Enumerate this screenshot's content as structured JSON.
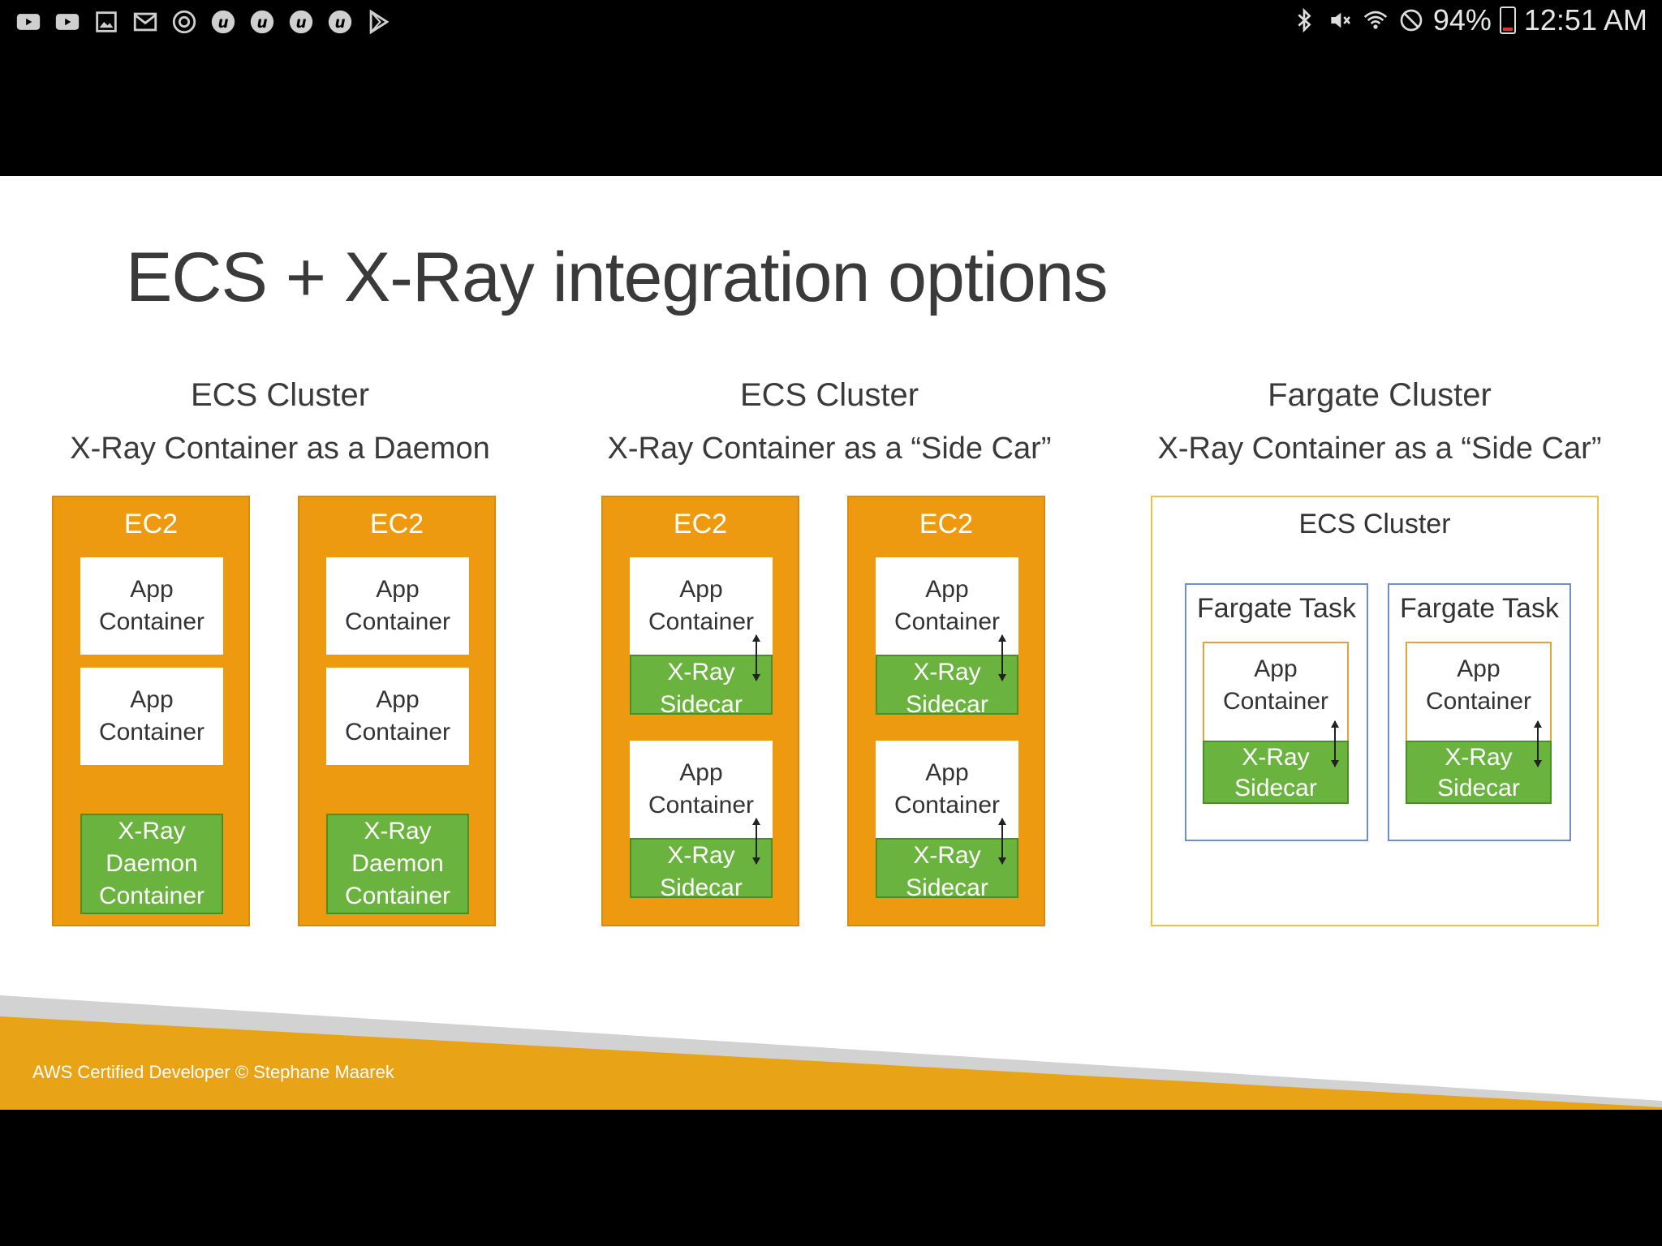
{
  "status_bar": {
    "left_icons": [
      "youtube-icon",
      "youtube-icon",
      "image-icon",
      "gmail-icon",
      "sync-icon",
      "udemy-icon",
      "udemy-icon",
      "udemy-icon",
      "udemy-icon",
      "play-store-icon"
    ],
    "right_icons": [
      "bluetooth-icon",
      "vibrate-mute-icon",
      "wifi-icon",
      "do-not-disturb-icon"
    ],
    "battery": "94%",
    "time": "12:51 AM"
  },
  "slide": {
    "title": "ECS + X-Ray integration options",
    "sections": [
      {
        "heading": "ECS Cluster",
        "subtitle": "X-Ray Container as a Daemon",
        "hosts": [
          {
            "label": "EC2",
            "apps": [
              "App Container",
              "App Container"
            ],
            "daemon": "X-Ray Daemon Container"
          },
          {
            "label": "EC2",
            "apps": [
              "App Container",
              "App Container"
            ],
            "daemon": "X-Ray Daemon Container"
          }
        ]
      },
      {
        "heading": "ECS Cluster",
        "subtitle": "X-Ray Container as a “Side Car”",
        "hosts": [
          {
            "label": "EC2",
            "pairs": [
              {
                "app": "App Container",
                "sidecar": "X-Ray Sidecar"
              },
              {
                "app": "App Container",
                "sidecar": "X-Ray Sidecar"
              }
            ]
          },
          {
            "label": "EC2",
            "pairs": [
              {
                "app": "App Container",
                "sidecar": "X-Ray Sidecar"
              },
              {
                "app": "App Container",
                "sidecar": "X-Ray Sidecar"
              }
            ]
          }
        ]
      },
      {
        "heading": "Fargate Cluster",
        "subtitle": "X-Ray Container as a “Side Car”",
        "cluster_label": "ECS Cluster",
        "tasks": [
          {
            "label": "Fargate Task",
            "app": "App Container",
            "sidecar": "X-Ray Sidecar"
          },
          {
            "label": "Fargate Task",
            "app": "App Container",
            "sidecar": "X-Ray Sidecar"
          }
        ]
      }
    ],
    "footer": "AWS Certified Developer © Stephane Maarek"
  },
  "colors": {
    "ec2_orange": "#ED9A10",
    "sidecar_green": "#6BB33F",
    "footer_gold": "#E8A317",
    "task_blue": "#6f8ec8"
  }
}
